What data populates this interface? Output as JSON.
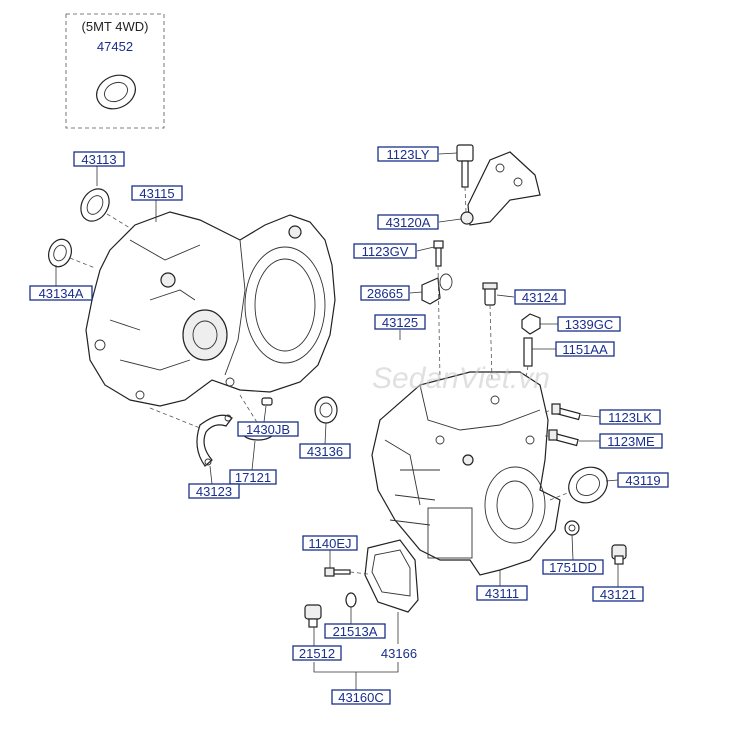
{
  "variant_note": "(5MT 4WD)",
  "watermark": "SedanViet.vn",
  "parts": {
    "p47452": "47452",
    "p43113": "43113",
    "p43115": "43115",
    "p43134A": "43134A",
    "p1430JB": "1430JB",
    "p43136": "43136",
    "p17121": "17121",
    "p43123": "43123",
    "p1123LY": "1123LY",
    "p43120A": "43120A",
    "p1123GV": "1123GV",
    "p28665": "28665",
    "p43124": "43124",
    "p43125": "43125",
    "p1339GC": "1339GC",
    "p1151AA": "1151AA",
    "p1123LK": "1123LK",
    "p1123ME": "1123ME",
    "p43119": "43119",
    "p1140EJ": "1140EJ",
    "p1751DD": "1751DD",
    "p43111": "43111",
    "p43121": "43121",
    "p21513A": "21513A",
    "p21512": "21512",
    "p43166": "43166",
    "p43160C": "43160C"
  }
}
